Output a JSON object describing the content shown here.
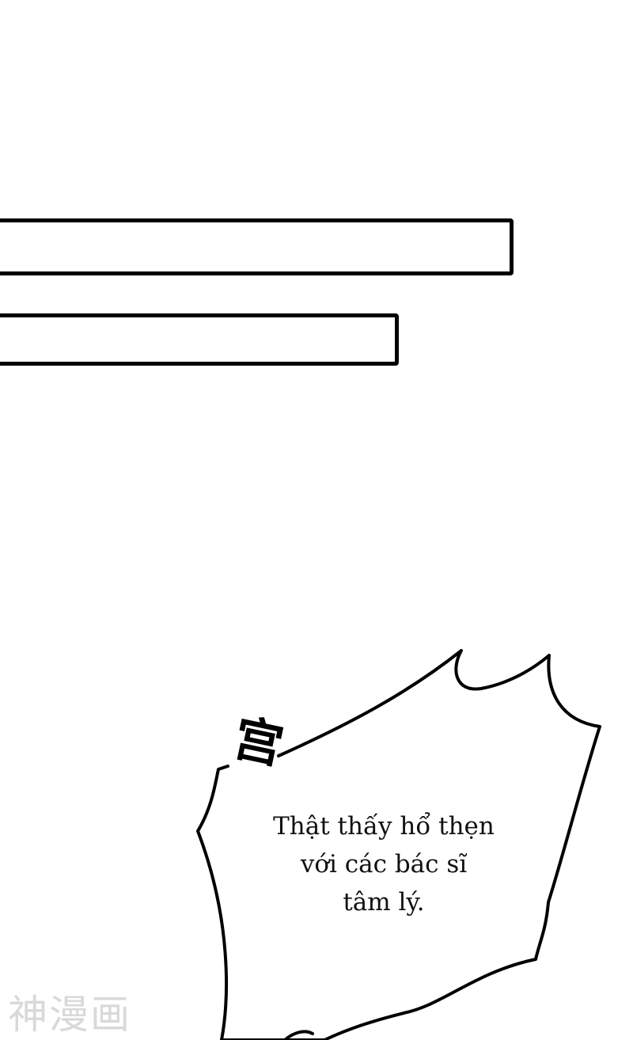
{
  "panel": {
    "dialogue_lines": [
      "Thật thấy hổ thẹn",
      "với các bác sĩ",
      "tâm lý."
    ],
    "sound_effect": "宫",
    "watermark": "神漫画"
  },
  "colors": {
    "background": "#ffffff",
    "ink": "#000000",
    "watermark": "#d9d9d9"
  }
}
